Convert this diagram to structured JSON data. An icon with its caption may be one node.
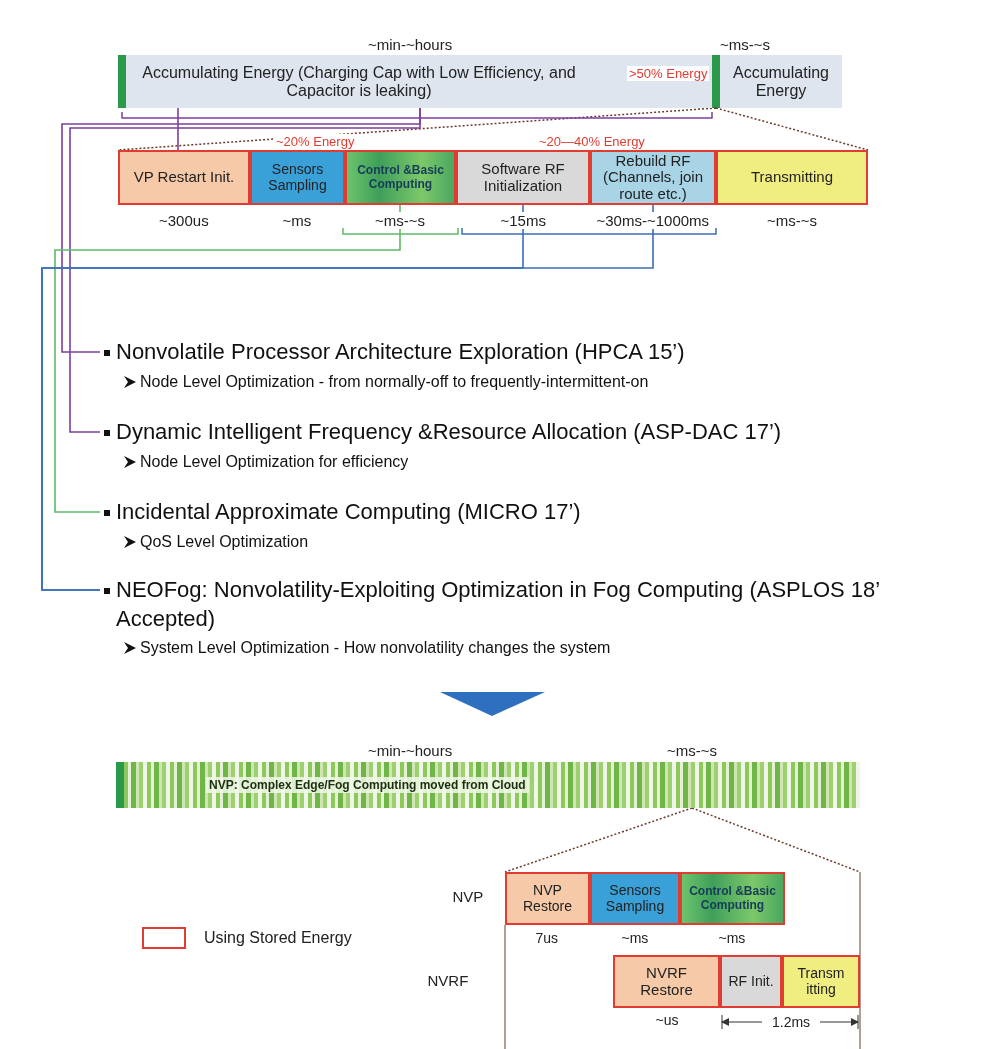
{
  "diagram": {
    "nodes": [
      {
        "text": [
          "Accumulating Energy (Charging Cap with Low Efficiency, and Capacitor is leaking)"
        ]
      },
      {
        "text": [
          "Accumulating Energy"
        ]
      },
      {
        "text": [
          "VP Restart Init."
        ]
      },
      {
        "text": [
          "Sensors Sampling"
        ]
      },
      {
        "text": [
          "Control &Basic Computing"
        ]
      },
      {
        "text": [
          "Software RF Initialization"
        ]
      },
      {
        "text": [
          "Rebuild RF (Channels, join route etc.)"
        ]
      },
      {
        "text": [
          "Transmitting"
        ]
      },
      {
        "text": [
          "Nonvolatile Processor Architecture Exploration (HPCA 15’)",
          "Node Level Optimization - from normally-off to frequently-intermittent-on"
        ]
      },
      {
        "text": [
          "Dynamic Intelligent Frequency &Resource Allocation (ASP-DAC 17’)",
          "Node Level Optimization for efficiency"
        ]
      },
      {
        "text": [
          "Incidental Approximate Computing (MICRO 17’)",
          "QoS Level Optimization"
        ]
      },
      {
        "text": [
          "NEOFog: Nonvolatility-Exploiting Optimization in Fog Computing (ASPLOS 18’ Accepted)",
          "System Level Optimization - How nonvolatility changes the system"
        ]
      },
      {
        "text": [
          "NVP: Complex Edge/Fog Computing moved from Cloud"
        ]
      },
      {
        "text": [
          "NVP Restore"
        ]
      },
      {
        "text": [
          "Sensors Sampling"
        ]
      },
      {
        "text": [
          "Control &Basic Computing"
        ]
      },
      {
        "text": [
          "NVRF Restore"
        ]
      },
      {
        "text": [
          "RF Init."
        ]
      },
      {
        "text": [
          "Transm itting"
        ]
      }
    ],
    "edges": [
      {
        "from": 0,
        "to": 2,
        "arrow": "none",
        "color": "#7b3fa0"
      },
      {
        "from": 0,
        "to": 8,
        "arrow": "none",
        "color": "#7b3fa0"
      },
      {
        "from": 0,
        "to": 9,
        "arrow": "none",
        "color": "#7b3fa0"
      },
      {
        "from": 4,
        "to": 10,
        "arrow": "none",
        "color": "#5fba6a"
      },
      {
        "from": 5,
        "to": 11,
        "arrow": "none",
        "color": "#3a6fb8"
      },
      {
        "from": 6,
        "to": 11,
        "arrow": "none",
        "color": "#3a6fb8"
      }
    ],
    "labels": [
      "~min-~hours",
      "~ms-~s",
      ">50% Energy",
      "~20% Energy",
      "~20—40% Energy",
      "~300us",
      "~ms",
      "~ms-~s",
      "~15ms",
      "~30ms-~1000ms",
      "~ms-~s",
      "~min-~hours",
      "~ms-~s",
      "NVP",
      "7us",
      "~ms",
      "~ms",
      "NVRF",
      "~us",
      "1.2ms"
    ],
    "legend": [
      {
        "text": "Using Stored Energy"
      }
    ]
  }
}
